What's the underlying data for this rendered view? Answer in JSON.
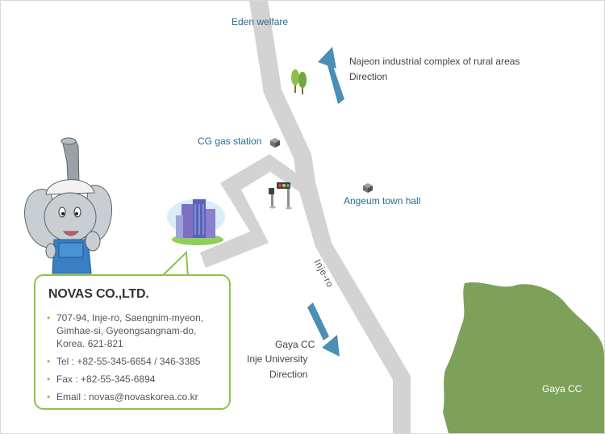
{
  "map": {
    "labels": {
      "eden": "Eden welfare",
      "najeon_line1": "Najeon industrial complex of rural areas",
      "najeon_line2": "Direction",
      "cg_gas": "CG gas station",
      "angeum": "Angeum town hall",
      "road": "Inje-ro",
      "gaya_line1": "Gaya CC",
      "gaya_line2": "Inje University",
      "gaya_line3": "Direction",
      "gaya_area": "Gaya CC"
    },
    "colors": {
      "road": "#d3d3d3",
      "arrow": "#4a8fb5",
      "green_area": "#7ea15a",
      "card_border": "#8bc34a",
      "label_blue": "#2a6a93"
    },
    "icons": [
      "tree-icon",
      "building-marker-icon",
      "traffic-light-icon",
      "company-building-icon",
      "elephant-mascot"
    ]
  },
  "company": {
    "name": "NOVAS CO.,LTD.",
    "address": "707-94, Inje-ro, Saengnim-myeon, Gimhae-si, Gyeongsangnam-do, Korea. 621-821",
    "tel": "Tel : +82-55-345-6654 / 346-3385",
    "fax": "Fax : +82-55-345-6894",
    "email": "Email : novas@novaskorea.co.kr"
  }
}
